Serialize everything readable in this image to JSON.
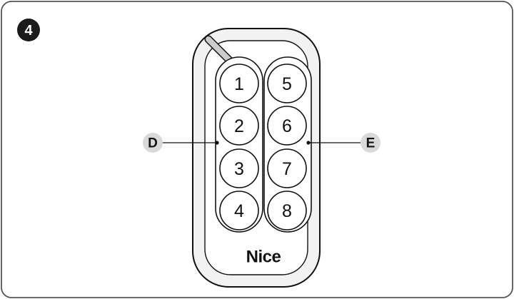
{
  "figure": {
    "step_number": "4",
    "brand": "Nice",
    "colors": {
      "frame": "#555555",
      "badge": "#1a1a1a",
      "callout_fill": "#d9d9d9",
      "body_fill": "#f2f2f2",
      "antenna_fill": "#cccccc",
      "line": "#111111"
    }
  },
  "remote": {
    "left_column": {
      "buttons": [
        {
          "label": "1"
        },
        {
          "label": "2"
        },
        {
          "label": "3"
        },
        {
          "label": "4"
        }
      ]
    },
    "right_column": {
      "buttons": [
        {
          "label": "5"
        },
        {
          "label": "6"
        },
        {
          "label": "7"
        },
        {
          "label": "8"
        }
      ]
    }
  },
  "callouts": {
    "left": {
      "label": "D"
    },
    "right": {
      "label": "E"
    }
  }
}
